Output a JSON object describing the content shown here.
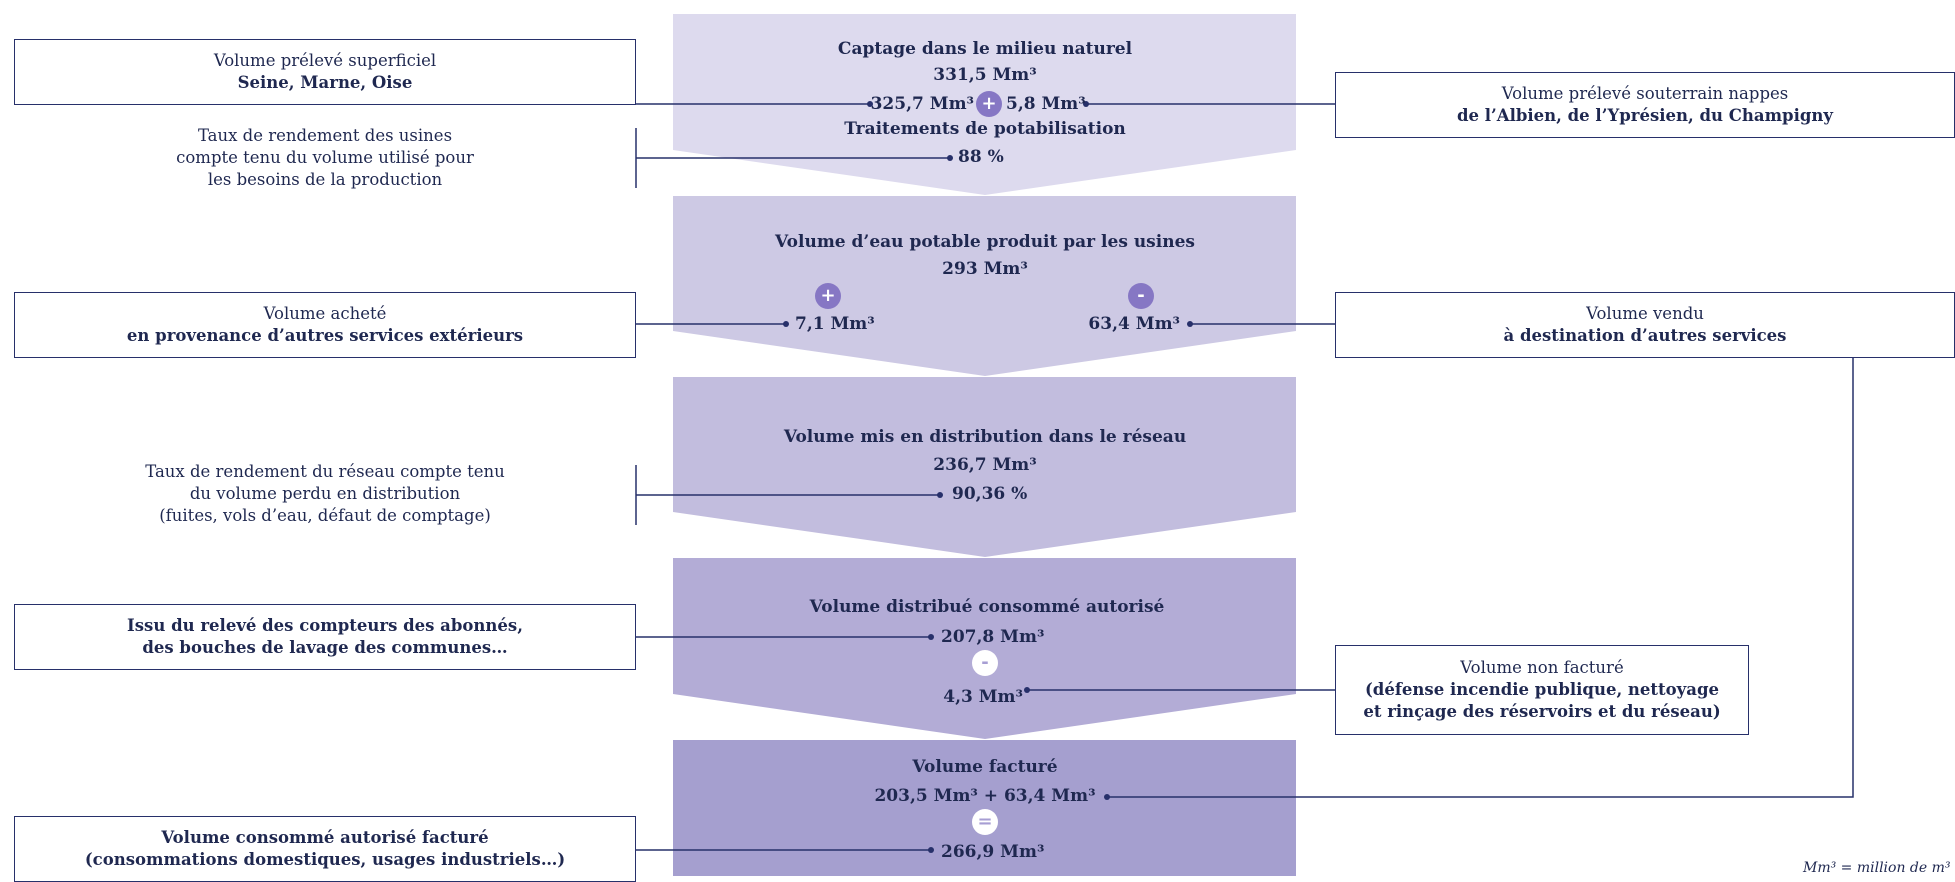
{
  "colors": {
    "stage1": "#dddaee",
    "stage2": "#cdc9e4",
    "stage3": "#c2bdde",
    "stage4": "#b3acd6",
    "stage5": "#a59fcf",
    "badge": "#8677c4",
    "line": "#27306a",
    "text": "#1f2850"
  },
  "stages": {
    "s1": {
      "title": "Captage dans le milieu naturel",
      "total": "331,5 Mm³",
      "surface_value": "325,7 Mm³",
      "plus": "+",
      "ground_value": "5,8 Mm³",
      "treatment": "Traitements de potabilisation",
      "rate": "88  %"
    },
    "s2": {
      "title": "Volume d’eau potable produit par les usines",
      "total": "293 Mm³",
      "plus": "+",
      "bought_value": "7,1 Mm³",
      "minus": "-",
      "sold_value": "63,4 Mm³"
    },
    "s3": {
      "title": "Volume mis en distribution dans le réseau",
      "total": "236,7 Mm³",
      "rate": "90,36 %"
    },
    "s4": {
      "title": "Volume distribué consommé autorisé",
      "total": "207,8 Mm³",
      "minus": "-",
      "unbilled_value": "4,3 Mm³"
    },
    "s5": {
      "title": "Volume facturé",
      "sum": "203,5 Mm³ + 63,4 Mm³",
      "equals": "=",
      "total": "266,9 Mm³"
    }
  },
  "callouts": {
    "surface": {
      "line1": "Volume prélevé superficiel",
      "line2": "Seine, Marne, Oise"
    },
    "ground": {
      "line1": "Volume prélevé souterrain nappes",
      "line2": "de l’Albien, de l’Yprésien, du Champigny"
    },
    "plant_rate": {
      "line1": "Taux de rendement des usines",
      "line2": "compte tenu du volume utilisé pour",
      "line3": "les besoins de la production"
    },
    "bought": {
      "line1": "Volume acheté",
      "line2": "en provenance d’autres services extérieurs"
    },
    "sold": {
      "line1": "Volume vendu",
      "line2": "à destination d’autres services"
    },
    "network_rate": {
      "line1": "Taux de rendement du réseau compte tenu",
      "line2": "du volume perdu en distribution",
      "line3": "(fuites, vols d’eau, défaut de comptage)"
    },
    "meters": {
      "line1": "Issu du relevé des compteurs des abonnés,",
      "line2": "des bouches de lavage des communes…"
    },
    "unbilled": {
      "line1": "Volume non facturé",
      "line2": "(défense incendie publique, nettoyage",
      "line3": "et rinçage des réservoirs et du réseau)"
    },
    "billed": {
      "line1": "Volume consommé autorisé facturé",
      "line2": "(consommations domestiques, usages industriels…)"
    }
  },
  "footnote": "Mm³ = million de m³"
}
